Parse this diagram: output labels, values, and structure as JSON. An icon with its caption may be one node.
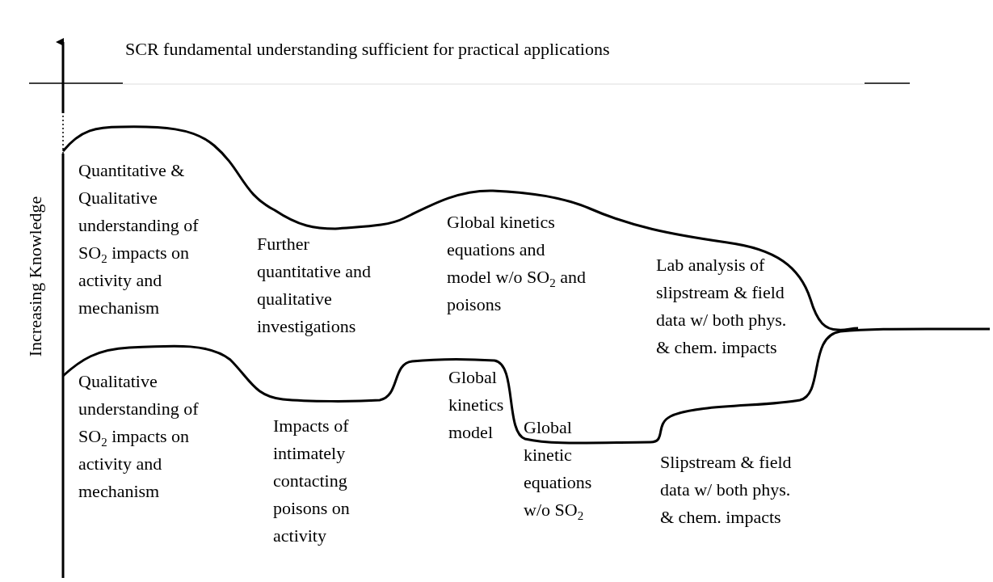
{
  "diagram": {
    "labels": [
      "SCR fundamental understanding sufficient for practical applications",
      "Quantitative & Qualitative understanding of SO$_{2}$ impacts on activity and mechanism",
      "Further quantitative and qualitative investigations",
      "Global kinetics equations and model w/o SO$_{2}$ and poisons",
      "Lab analysis of slipstream & field data w/ both phys. & chem. impacts",
      "Qualitative understanding of SO$_{2}$ impacts on activity and mechanism",
      "Impacts of intimately contacting poisons on activity",
      "Global kinetics model",
      "Global kinetic equations w/o SO$_{2}$",
      "Slipstream & field data w/ both phys. & chem. impacts",
      "Increasing Knowledge"
    ]
  }
}
